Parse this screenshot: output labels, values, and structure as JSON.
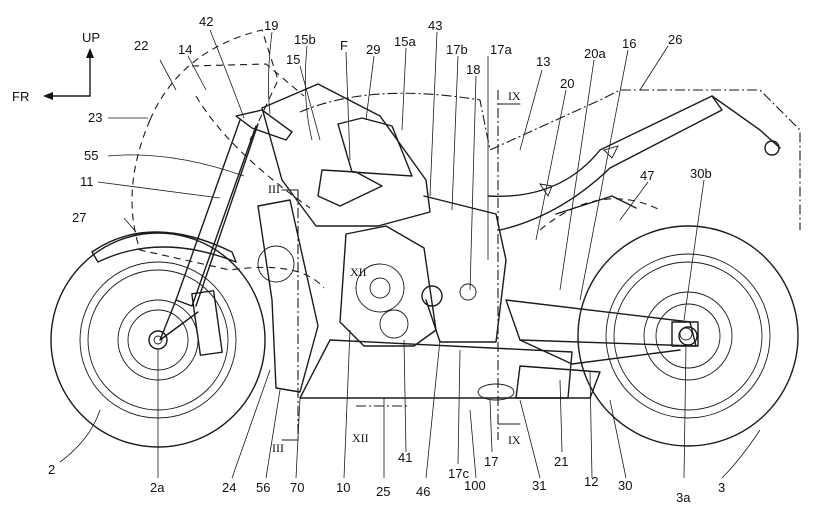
{
  "direction_labels": {
    "up": "UP",
    "front": "FR"
  },
  "section_marks": {
    "iii": "III",
    "ix": "IX",
    "xii": "XII"
  },
  "callouts": [
    {
      "id": "c42",
      "text": "42"
    },
    {
      "id": "c19",
      "text": "19"
    },
    {
      "id": "c15b",
      "text": "15b"
    },
    {
      "id": "cF",
      "text": "F"
    },
    {
      "id": "c29",
      "text": "29"
    },
    {
      "id": "c15a",
      "text": "15a"
    },
    {
      "id": "c43",
      "text": "43"
    },
    {
      "id": "c17b",
      "text": "17b"
    },
    {
      "id": "c17a",
      "text": "17a"
    },
    {
      "id": "c22",
      "text": "22"
    },
    {
      "id": "c14",
      "text": "14"
    },
    {
      "id": "c15",
      "text": "15"
    },
    {
      "id": "c18",
      "text": "18"
    },
    {
      "id": "c13",
      "text": "13"
    },
    {
      "id": "c20a",
      "text": "20a"
    },
    {
      "id": "c16",
      "text": "16"
    },
    {
      "id": "c26",
      "text": "26"
    },
    {
      "id": "c20",
      "text": "20"
    },
    {
      "id": "c23",
      "text": "23"
    },
    {
      "id": "c55",
      "text": "55"
    },
    {
      "id": "c11",
      "text": "11"
    },
    {
      "id": "c47",
      "text": "47"
    },
    {
      "id": "c30b",
      "text": "30b"
    },
    {
      "id": "c27",
      "text": "27"
    },
    {
      "id": "c2",
      "text": "2"
    },
    {
      "id": "c2a",
      "text": "2a"
    },
    {
      "id": "c24",
      "text": "24"
    },
    {
      "id": "c56",
      "text": "56"
    },
    {
      "id": "c70",
      "text": "70"
    },
    {
      "id": "c10",
      "text": "10"
    },
    {
      "id": "c25",
      "text": "25"
    },
    {
      "id": "c41",
      "text": "41"
    },
    {
      "id": "c46",
      "text": "46"
    },
    {
      "id": "c17c",
      "text": "17c"
    },
    {
      "id": "c100",
      "text": "100"
    },
    {
      "id": "c17",
      "text": "17"
    },
    {
      "id": "c31",
      "text": "31"
    },
    {
      "id": "c21",
      "text": "21"
    },
    {
      "id": "c12",
      "text": "12"
    },
    {
      "id": "c30",
      "text": "30"
    },
    {
      "id": "c3a",
      "text": "3a"
    },
    {
      "id": "c3",
      "text": "3"
    }
  ]
}
